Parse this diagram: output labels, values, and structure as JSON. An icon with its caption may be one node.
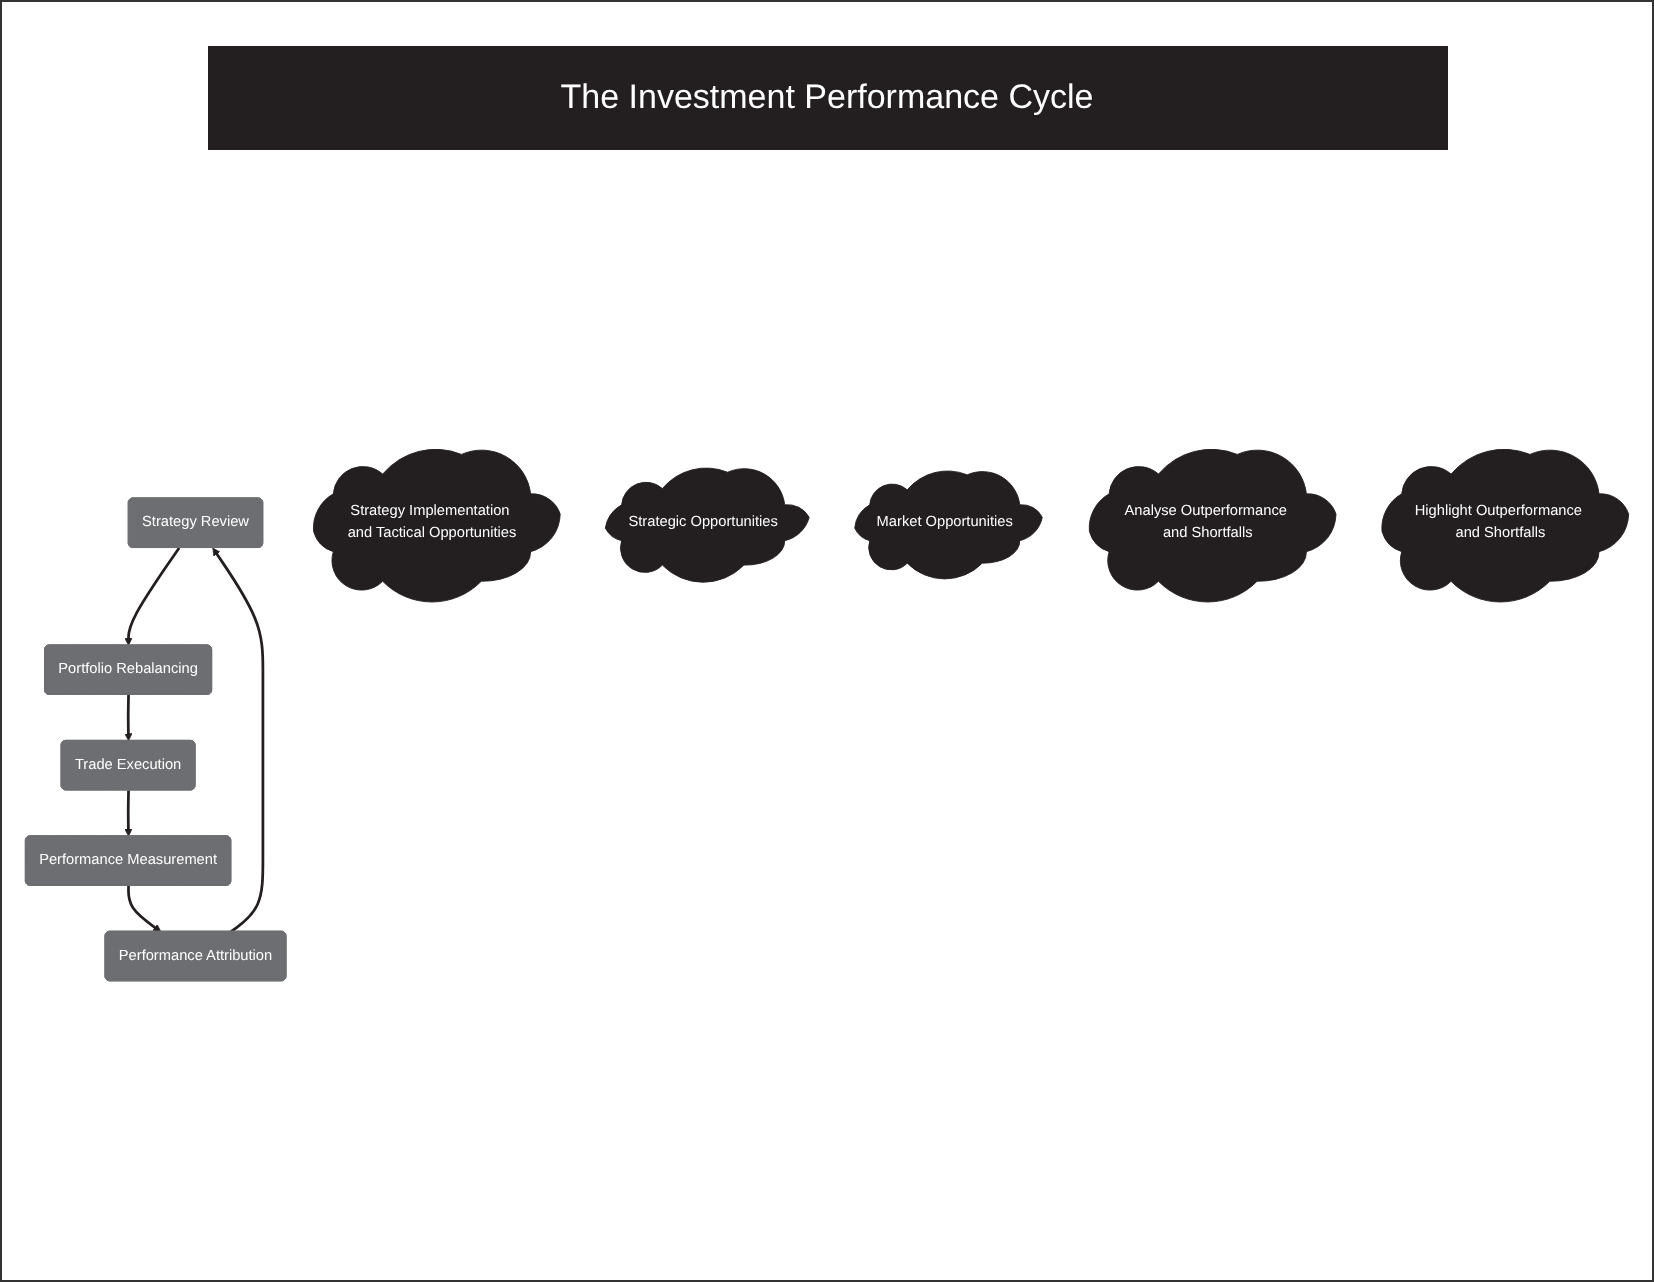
{
  "diagram": {
    "title": "The Investment Performance Cycle",
    "nodes": [
      {
        "text": [
          "Strategy Review"
        ]
      },
      {
        "text": [
          "Portfolio Rebalancing"
        ]
      },
      {
        "text": [
          "Strategy Implementation and Tactical Opportunities"
        ]
      },
      {
        "text": [
          "Strategic Opportunities"
        ]
      },
      {
        "text": [
          "Trade Execution"
        ]
      },
      {
        "text": [
          "Market Opportunities"
        ]
      },
      {
        "text": [
          "Performance Attribution"
        ]
      },
      {
        "text": [
          "Analyse Outperformance and Shortfalls"
        ]
      },
      {
        "text": [
          "Performance Measurement"
        ]
      },
      {
        "text": [
          "Highlight Outperformance and Shortfalls"
        ]
      }
    ],
    "edges": [
      {
        "from": 0,
        "to": 1,
        "arrow": "to"
      },
      {
        "from": 1,
        "to": 4,
        "arrow": "to"
      },
      {
        "from": 4,
        "to": 8,
        "arrow": "to"
      },
      {
        "from": 8,
        "to": 6,
        "arrow": "to"
      },
      {
        "from": 6,
        "to": 0,
        "arrow": "to"
      }
    ]
  }
}
